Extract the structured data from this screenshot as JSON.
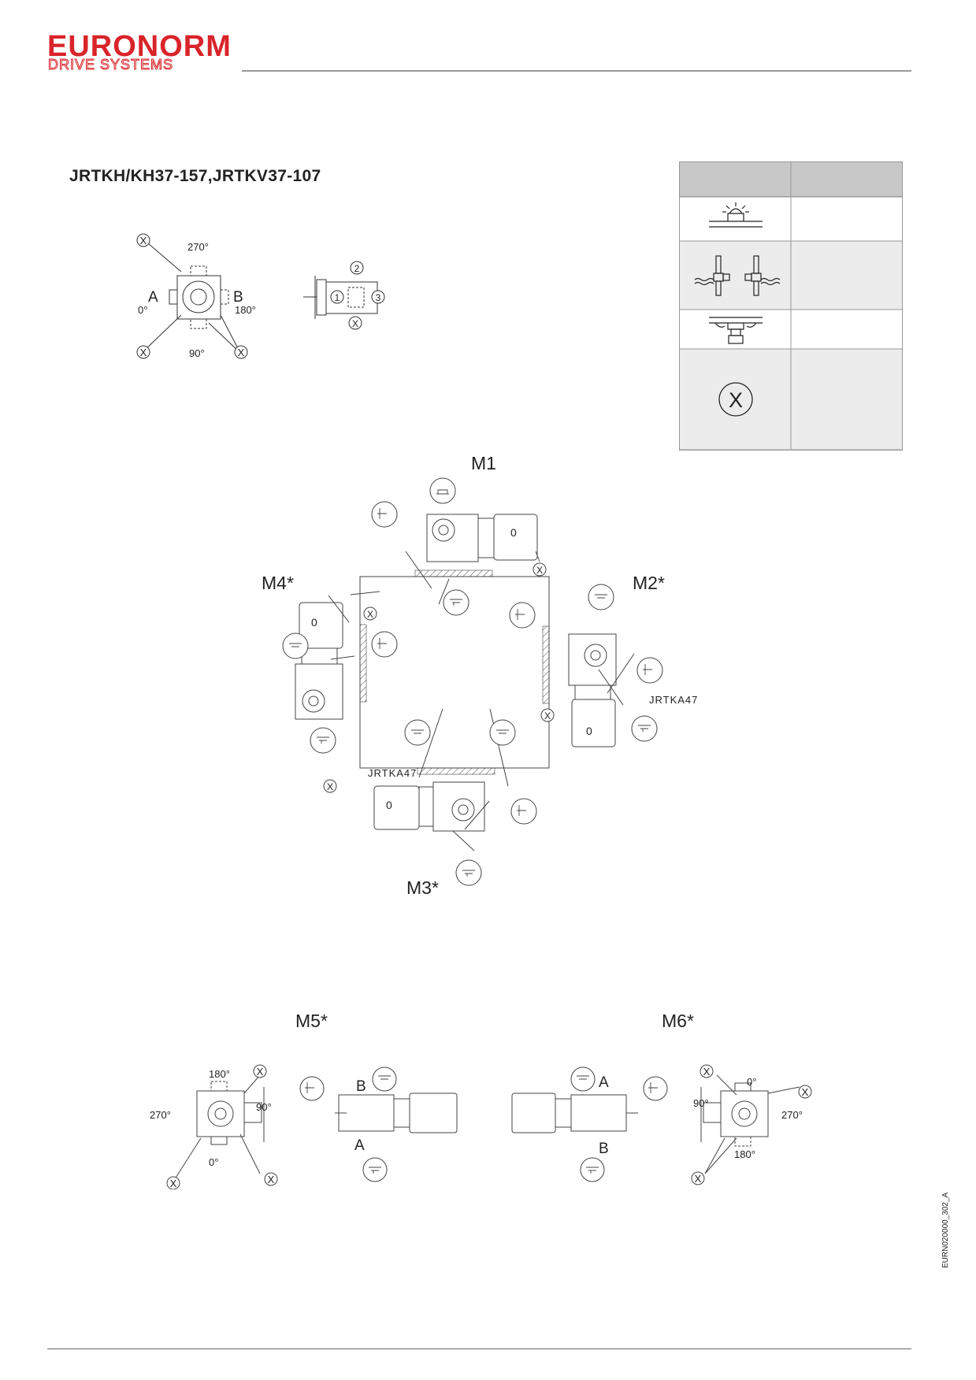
{
  "brand": {
    "name": "EURONORM",
    "tagline": "DRIVE SYSTEMS"
  },
  "title": "JRTKH/KH37-157,JRTKV37-107",
  "doc_id": "EURN020000_302_A",
  "orientation_diagram": {
    "angles": [
      "270°",
      "0°",
      "180°",
      "90°"
    ],
    "sides": [
      "A",
      "B"
    ],
    "marker": "X",
    "positions": [
      "1",
      "2",
      "3"
    ]
  },
  "legend": {
    "header": [
      "",
      ""
    ],
    "rows": [
      {
        "icon": "breather-valve-icon",
        "text": ""
      },
      {
        "icon": "oil-level-plug-icon",
        "text": ""
      },
      {
        "icon": "oil-drain-plug-icon",
        "text": ""
      },
      {
        "icon": "terminal-box-x-icon",
        "symbol": "X",
        "text": ""
      }
    ]
  },
  "mounting_positions": {
    "m1": "M1",
    "m2": "M2*",
    "m3": "M3*",
    "m4": "M4*",
    "m5": "M5*",
    "m6": "M6*",
    "callout_model": "JRTKA47",
    "zero_mark": "0",
    "marker": "X",
    "side_a": "A",
    "side_b": "B",
    "angles": {
      "a0": "0°",
      "a90": "90°",
      "a180": "180°",
      "a270": "270°"
    }
  }
}
